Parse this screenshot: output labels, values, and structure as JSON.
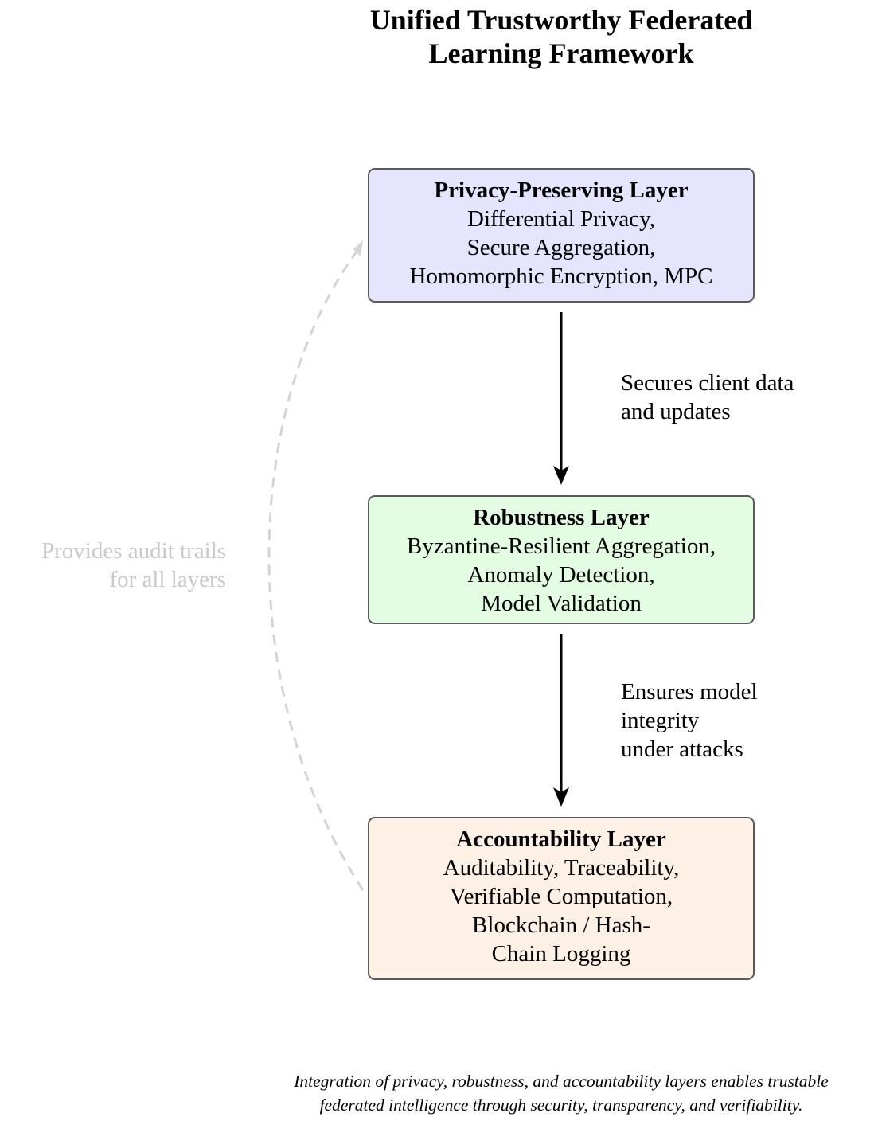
{
  "title": {
    "line1": "Unified Trustworthy Federated",
    "line2": "Learning Framework"
  },
  "layers": {
    "privacy": {
      "heading": "Privacy-Preserving Layer",
      "lines": [
        "Differential Privacy,",
        "Secure Aggregation,",
        "Homomorphic Encryption, MPC"
      ],
      "fill": "#e5e5fd"
    },
    "robustness": {
      "heading": "Robustness Layer",
      "lines": [
        "Byzantine-Resilient Aggregation,",
        "Anomaly Detection,",
        "Model Validation"
      ],
      "fill": "#e2fde2"
    },
    "accountability": {
      "heading": "Accountability Layer",
      "lines": [
        "Auditability, Traceability,",
        "Verifiable Computation,",
        "Blockchain / Hash-",
        "Chain Logging"
      ],
      "fill": "#fdf0e4"
    }
  },
  "edges": {
    "privacy_to_robustness": [
      "Secures client data",
      "and updates"
    ],
    "robustness_to_accountability": [
      "Ensures model",
      "integrity",
      "under attacks"
    ],
    "audit_feedback": [
      "Provides audit trails",
      "for all layers"
    ]
  },
  "caption": {
    "line1": "Integration of privacy, robustness, and accountability layers enables trustable",
    "line2": "federated intelligence through security, transparency, and verifiability."
  },
  "colors": {
    "border": "#5a5a5a",
    "arrow": "#000000",
    "feedback": "#d4d4d4",
    "feedback_text": "#c8c8c8"
  }
}
